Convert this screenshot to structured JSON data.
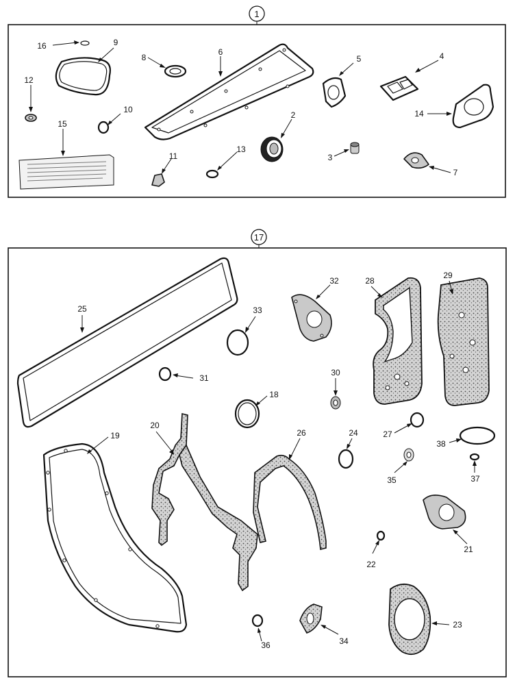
{
  "kits": [
    {
      "id": "kit-1",
      "label": "1"
    },
    {
      "id": "kit-17",
      "label": "17"
    }
  ],
  "callouts": {
    "c1": "1",
    "c2": "2",
    "c3": "3",
    "c4": "4",
    "c5": "5",
    "c6": "6",
    "c7": "7",
    "c8": "8",
    "c9": "9",
    "c10": "10",
    "c11": "11",
    "c12": "12",
    "c13": "13",
    "c14": "14",
    "c15": "15",
    "c16": "16",
    "c17": "17",
    "c18": "18",
    "c19": "19",
    "c20": "20",
    "c21": "21",
    "c22": "22",
    "c23": "23",
    "c24": "24",
    "c25": "25",
    "c26": "26",
    "c27": "27",
    "c28": "28",
    "c29": "29",
    "c30": "30",
    "c31": "31",
    "c32": "32",
    "c33": "33",
    "c34": "34",
    "c35": "35",
    "c36": "36",
    "c37": "37",
    "c38": "38"
  }
}
